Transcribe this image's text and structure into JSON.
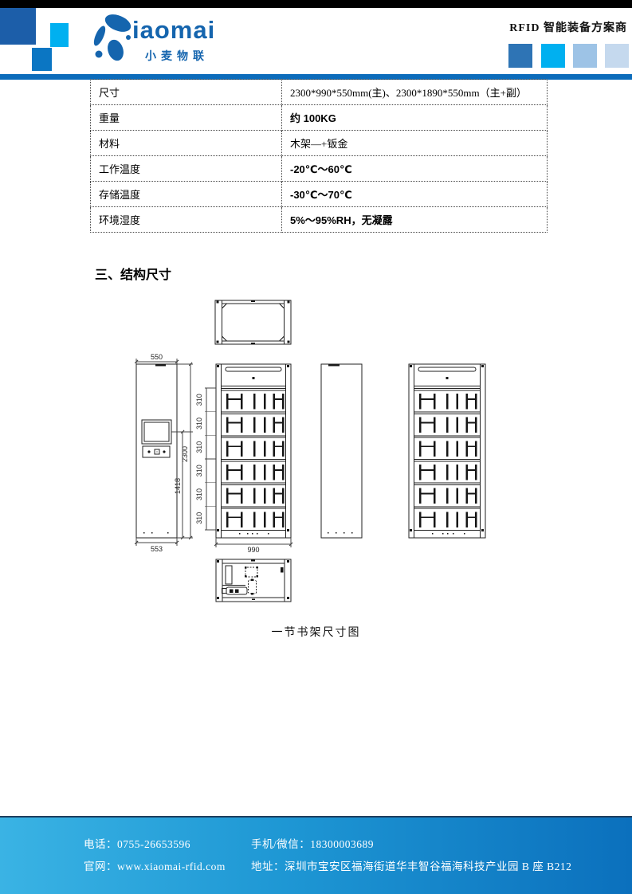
{
  "header": {
    "tagline": "RFID 智能装备方案商",
    "logo": {
      "text": "iaomai",
      "subtext": "小麦物联",
      "color": "#1565ae"
    },
    "colors": {
      "top_bar": "#000000",
      "divider": "#0c6cbb",
      "square_dark": "#1c5ea9",
      "square_cyan": "#00b0f0",
      "square_mid": "#0b76c3",
      "right_squares": [
        "#2e74b5",
        "#00b0f0",
        "#9dc3e6",
        "#c5d9ee"
      ]
    }
  },
  "spec_table": {
    "rows": [
      {
        "label": "尺寸",
        "value": "2300*990*550mm(主)、2300*1890*550mm（主+副）"
      },
      {
        "label": "重量",
        "value": "约 100KG"
      },
      {
        "label": "材料",
        "value": "木架—+钣金"
      },
      {
        "label": "工作温度",
        "value": "-20℃～60℃"
      },
      {
        "label": "存储温度",
        "value": "-30℃～70℃"
      },
      {
        "label": "环境湿度",
        "value": "5%～95%RH，无凝露"
      }
    ]
  },
  "section": {
    "heading": "三、结构尺寸"
  },
  "drawing": {
    "caption": "一节书架尺寸图",
    "dims": {
      "top_width": "550",
      "bottom_width": "553",
      "height": "2300",
      "inner_height": "1418",
      "shelf": "310",
      "front_width": "990"
    }
  },
  "footer": {
    "phone_label": "电话：0755-26653596",
    "mobile_label": "手机/微信：18300003689",
    "site_label": "官网：www.xiaomai-rfid.com",
    "address_label": "地址：深圳市宝安区福海街道华丰智谷福海科技产业园 B 座 B212"
  }
}
